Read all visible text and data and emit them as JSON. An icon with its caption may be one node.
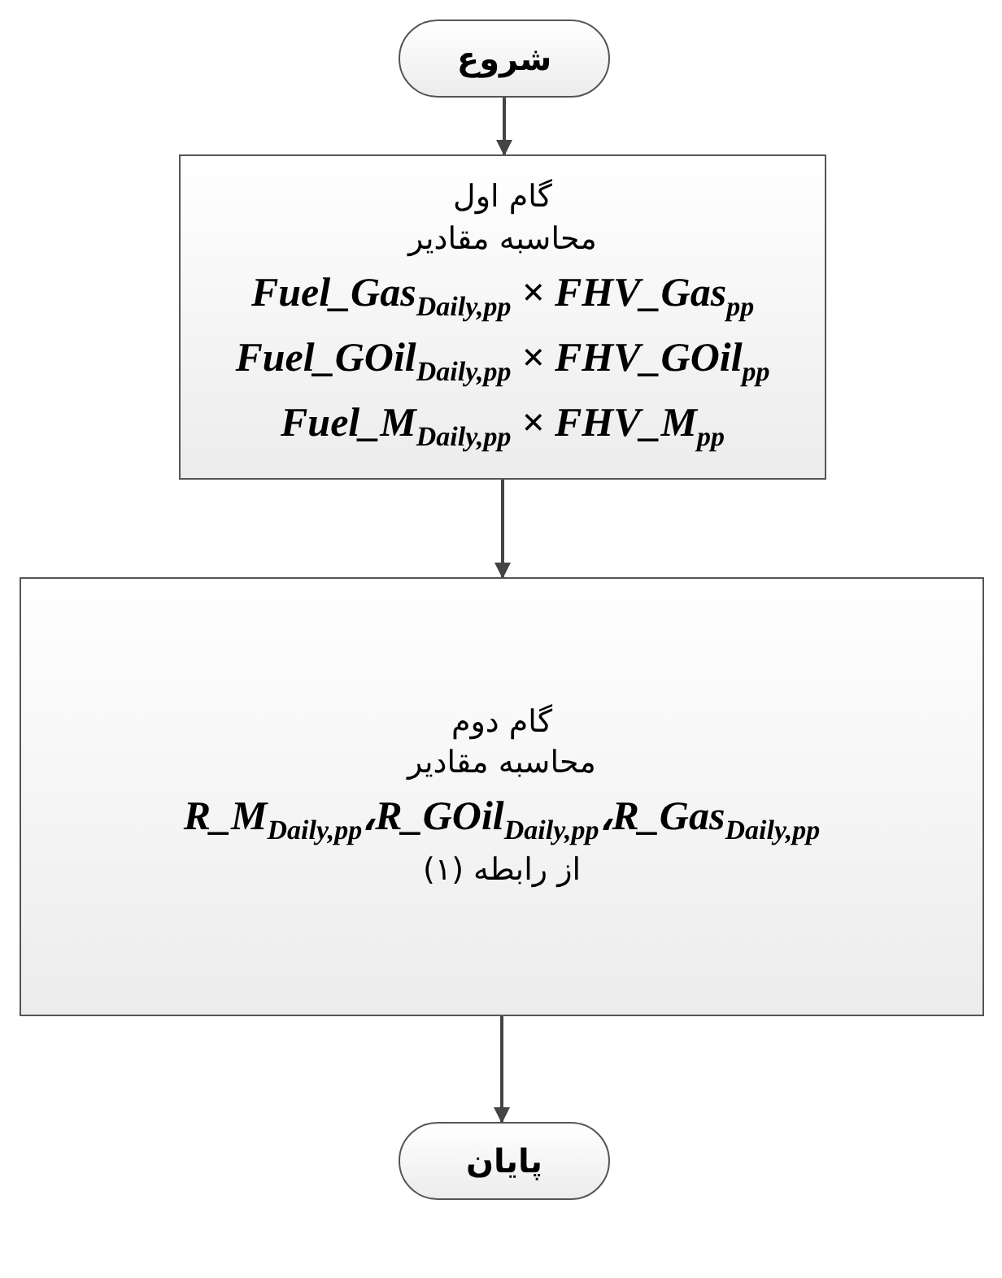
{
  "diagram": {
    "nodes": [
      {
        "text": [
          "شروع"
        ]
      },
      {
        "text": [
          "گام اول",
          "محاسبه مقادیر",
          "Fuel_Gas$_{Daily,pp}$ × FHV_Gas$_{pp}$",
          "Fuel_GOil$_{Daily,pp}$ × FHV_GOil$_{pp}$",
          "Fuel_M$_{Daily,pp}$ × FHV_M$_{pp}$"
        ]
      },
      {
        "text": [
          "گام دوم",
          "محاسبه مقادیر",
          "R_M$_{Daily,pp}$،R_GOil$_{Daily,pp}$،R_Gas$_{Daily,pp}$",
          "از رابطه (۱)"
        ]
      },
      {
        "text": [
          "پایان"
        ]
      }
    ],
    "edges": [
      {
        "from": 0,
        "to": 1,
        "arrow": "to"
      },
      {
        "from": 1,
        "to": 2,
        "arrow": "to"
      },
      {
        "from": 2,
        "to": 3,
        "arrow": "to"
      }
    ]
  }
}
